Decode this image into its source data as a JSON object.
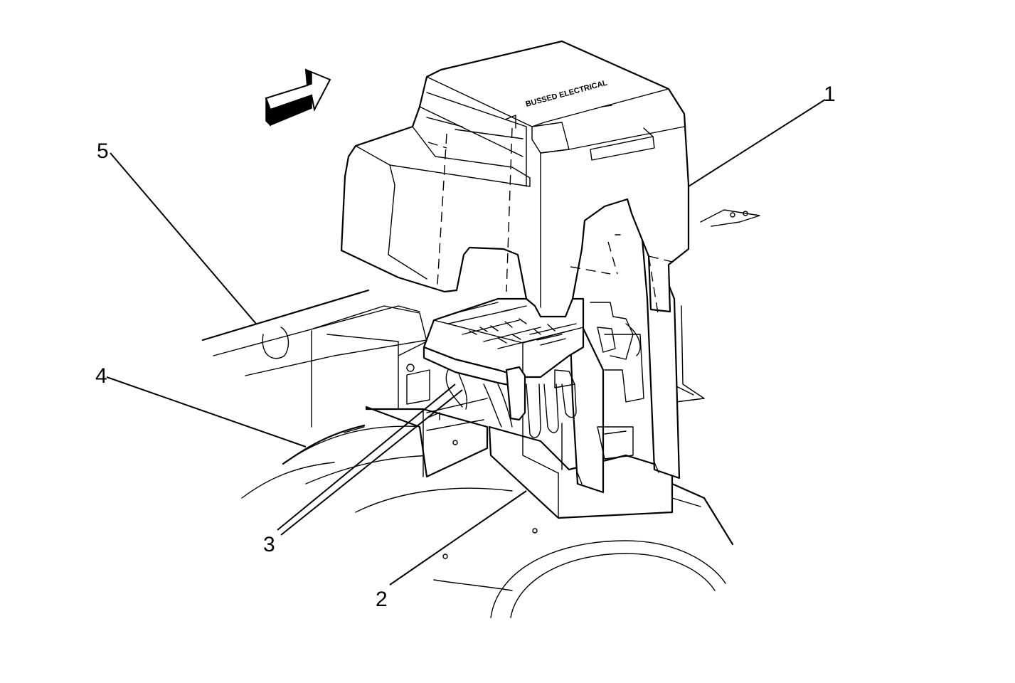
{
  "callouts": [
    {
      "id": "1",
      "label": "1"
    },
    {
      "id": "2",
      "label": "2"
    },
    {
      "id": "3",
      "label": "3"
    },
    {
      "id": "4",
      "label": "4"
    },
    {
      "id": "5",
      "label": "5"
    }
  ],
  "cover_stamp": {
    "text": "BUSSED ELECTRICAL"
  },
  "icons": {
    "direction_arrow": "forward-arrow-icon"
  }
}
